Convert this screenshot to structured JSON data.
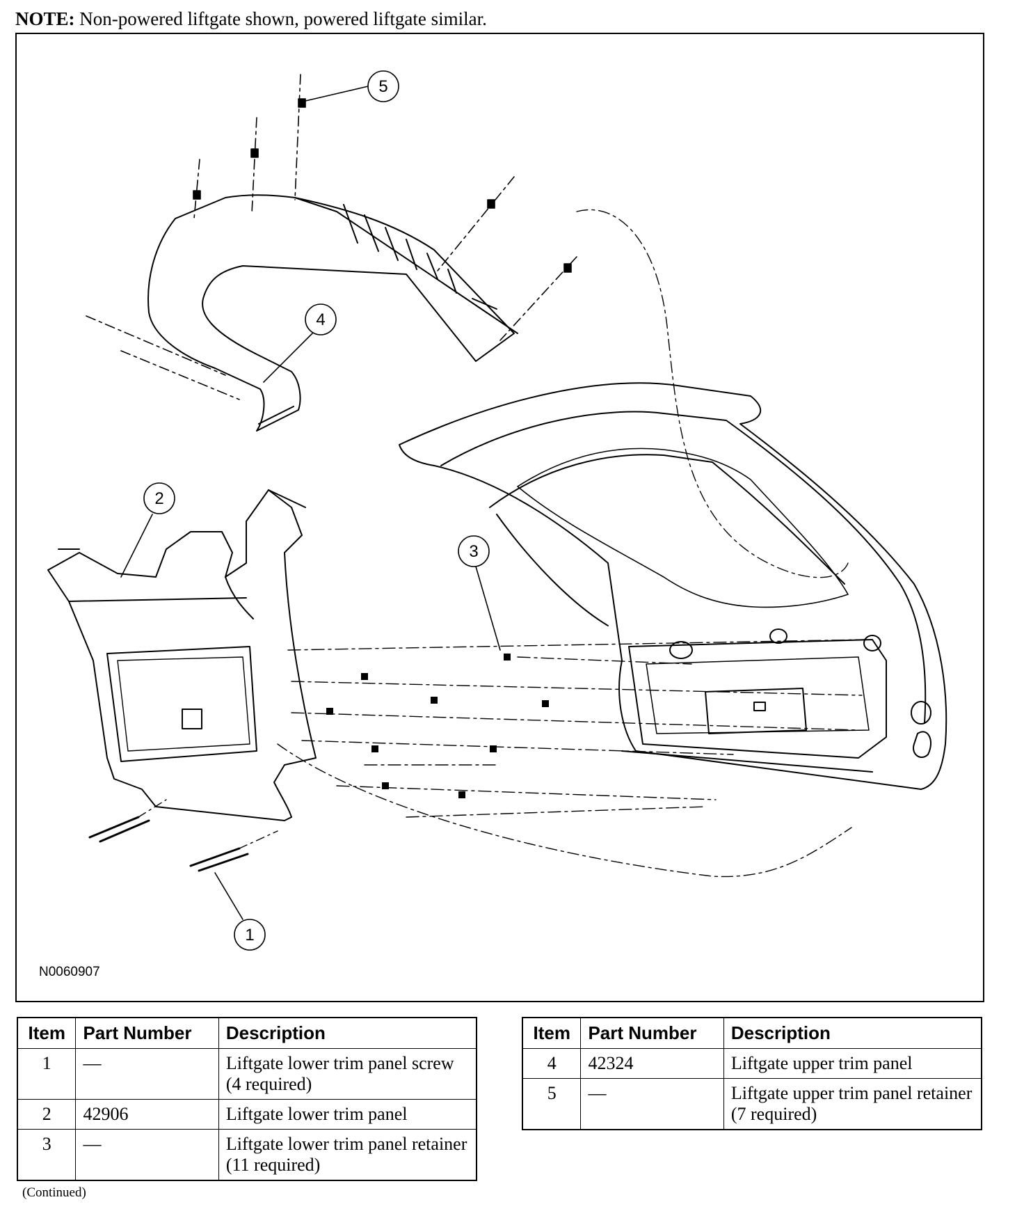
{
  "note": {
    "label": "NOTE:",
    "text": "Non-powered liftgate shown, powered liftgate similar."
  },
  "figure": {
    "id": "N0060907",
    "callouts": [
      "1",
      "2",
      "3",
      "4",
      "5"
    ]
  },
  "parts_table": {
    "headers": [
      "Item",
      "Part Number",
      "Description"
    ],
    "left_rows": [
      {
        "item": "1",
        "part": "—",
        "desc": "Liftgate lower trim panel screw (4 required)"
      },
      {
        "item": "2",
        "part": "42906",
        "desc": "Liftgate lower trim panel"
      },
      {
        "item": "3",
        "part": "—",
        "desc": "Liftgate lower trim panel retainer (11 required)"
      }
    ],
    "right_rows": [
      {
        "item": "4",
        "part": "42324",
        "desc": "Liftgate upper trim panel"
      },
      {
        "item": "5",
        "part": "—",
        "desc": "Liftgate upper trim panel retainer (7 required)"
      }
    ]
  },
  "footer": {
    "continued": "(Continued)"
  }
}
